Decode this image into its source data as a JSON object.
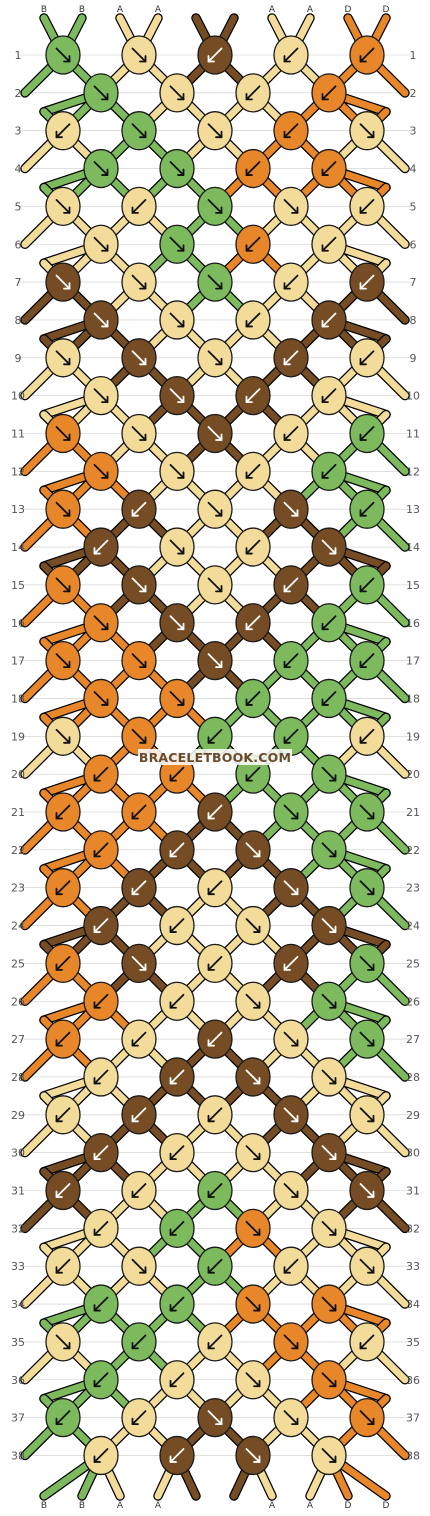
{
  "site": {
    "watermark": "BRACELETBOOK.COM"
  },
  "colors": {
    "B": "#7dba5e",
    "A": "#f3dc99",
    "C": "#754c24",
    "D": "#e8862a",
    "outline": "#1a1a1a",
    "grid": "#cccccc"
  },
  "strings": {
    "top": [
      "B",
      "B",
      "A",
      "A",
      "C",
      "C",
      "A",
      "A",
      "D",
      "D"
    ],
    "bottom": [
      "B",
      "B",
      "A",
      "A",
      "C",
      "C",
      "A",
      "A",
      "D",
      "D"
    ]
  },
  "rows": [
    {
      "n": 1,
      "knots": [
        {
          "c": "B",
          "d": "se"
        },
        {
          "c": "A",
          "d": "se"
        },
        {
          "c": "C",
          "d": "sw"
        },
        {
          "c": "A",
          "d": "sw"
        },
        {
          "c": "D",
          "d": "sw"
        }
      ]
    },
    {
      "n": 2,
      "knots": [
        {
          "c": "B",
          "d": "se"
        },
        {
          "c": "A",
          "d": "se"
        },
        {
          "c": "A",
          "d": "sw"
        },
        {
          "c": "D",
          "d": "sw"
        }
      ]
    },
    {
      "n": 3,
      "knots": [
        {
          "c": "A",
          "d": "sw"
        },
        {
          "c": "B",
          "d": "se"
        },
        {
          "c": "A",
          "d": "se"
        },
        {
          "c": "D",
          "d": "sw"
        },
        {
          "c": "A",
          "d": "se"
        }
      ]
    },
    {
      "n": 4,
      "knots": [
        {
          "c": "B",
          "d": "se"
        },
        {
          "c": "B",
          "d": "se"
        },
        {
          "c": "D",
          "d": "sw"
        },
        {
          "c": "D",
          "d": "sw"
        }
      ]
    },
    {
      "n": 5,
      "knots": [
        {
          "c": "A",
          "d": "se"
        },
        {
          "c": "A",
          "d": "sw"
        },
        {
          "c": "B",
          "d": "se"
        },
        {
          "c": "A",
          "d": "se"
        },
        {
          "c": "A",
          "d": "sw"
        }
      ]
    },
    {
      "n": 6,
      "knots": [
        {
          "c": "A",
          "d": "se"
        },
        {
          "c": "B",
          "d": "se"
        },
        {
          "c": "D",
          "d": "sw"
        },
        {
          "c": "A",
          "d": "sw"
        }
      ]
    },
    {
      "n": 7,
      "knots": [
        {
          "c": "C",
          "d": "se"
        },
        {
          "c": "A",
          "d": "se"
        },
        {
          "c": "B",
          "d": "se"
        },
        {
          "c": "A",
          "d": "sw"
        },
        {
          "c": "C",
          "d": "sw"
        }
      ]
    },
    {
      "n": 8,
      "knots": [
        {
          "c": "C",
          "d": "se"
        },
        {
          "c": "A",
          "d": "se"
        },
        {
          "c": "A",
          "d": "sw"
        },
        {
          "c": "C",
          "d": "sw"
        }
      ]
    },
    {
      "n": 9,
      "knots": [
        {
          "c": "A",
          "d": "se"
        },
        {
          "c": "C",
          "d": "se"
        },
        {
          "c": "A",
          "d": "se"
        },
        {
          "c": "C",
          "d": "sw"
        },
        {
          "c": "A",
          "d": "sw"
        }
      ]
    },
    {
      "n": 10,
      "knots": [
        {
          "c": "A",
          "d": "se"
        },
        {
          "c": "C",
          "d": "se"
        },
        {
          "c": "C",
          "d": "sw"
        },
        {
          "c": "A",
          "d": "sw"
        }
      ]
    },
    {
      "n": 11,
      "knots": [
        {
          "c": "D",
          "d": "se"
        },
        {
          "c": "A",
          "d": "se"
        },
        {
          "c": "C",
          "d": "se"
        },
        {
          "c": "A",
          "d": "sw"
        },
        {
          "c": "B",
          "d": "sw"
        }
      ]
    },
    {
      "n": 12,
      "knots": [
        {
          "c": "D",
          "d": "se"
        },
        {
          "c": "A",
          "d": "se"
        },
        {
          "c": "A",
          "d": "sw"
        },
        {
          "c": "B",
          "d": "sw"
        }
      ]
    },
    {
      "n": 13,
      "knots": [
        {
          "c": "D",
          "d": "se"
        },
        {
          "c": "C",
          "d": "sw"
        },
        {
          "c": "A",
          "d": "se"
        },
        {
          "c": "C",
          "d": "se"
        },
        {
          "c": "B",
          "d": "sw"
        }
      ]
    },
    {
      "n": 14,
      "knots": [
        {
          "c": "C",
          "d": "sw"
        },
        {
          "c": "A",
          "d": "se"
        },
        {
          "c": "A",
          "d": "sw"
        },
        {
          "c": "C",
          "d": "se"
        }
      ]
    },
    {
      "n": 15,
      "knots": [
        {
          "c": "D",
          "d": "se"
        },
        {
          "c": "C",
          "d": "se"
        },
        {
          "c": "A",
          "d": "se"
        },
        {
          "c": "C",
          "d": "sw"
        },
        {
          "c": "B",
          "d": "sw"
        }
      ]
    },
    {
      "n": 16,
      "knots": [
        {
          "c": "D",
          "d": "se"
        },
        {
          "c": "C",
          "d": "se"
        },
        {
          "c": "C",
          "d": "sw"
        },
        {
          "c": "B",
          "d": "sw"
        }
      ]
    },
    {
      "n": 17,
      "knots": [
        {
          "c": "D",
          "d": "se"
        },
        {
          "c": "D",
          "d": "se"
        },
        {
          "c": "C",
          "d": "se"
        },
        {
          "c": "B",
          "d": "sw"
        },
        {
          "c": "B",
          "d": "sw"
        }
      ]
    },
    {
      "n": 18,
      "knots": [
        {
          "c": "D",
          "d": "se"
        },
        {
          "c": "D",
          "d": "se"
        },
        {
          "c": "B",
          "d": "sw"
        },
        {
          "c": "B",
          "d": "sw"
        }
      ]
    },
    {
      "n": 19,
      "knots": [
        {
          "c": "A",
          "d": "se"
        },
        {
          "c": "D",
          "d": "se"
        },
        {
          "c": "B",
          "d": "sw"
        },
        {
          "c": "B",
          "d": "sw"
        },
        {
          "c": "A",
          "d": "sw"
        }
      ]
    },
    {
      "n": 20,
      "knots": [
        {
          "c": "D",
          "d": "sw"
        },
        {
          "c": "D",
          "d": "sw"
        },
        {
          "c": "B",
          "d": "sw"
        },
        {
          "c": "B",
          "d": "se"
        }
      ]
    },
    {
      "n": 21,
      "knots": [
        {
          "c": "D",
          "d": "sw"
        },
        {
          "c": "D",
          "d": "sw"
        },
        {
          "c": "C",
          "d": "sw"
        },
        {
          "c": "B",
          "d": "se"
        },
        {
          "c": "B",
          "d": "se"
        }
      ]
    },
    {
      "n": 22,
      "knots": [
        {
          "c": "D",
          "d": "sw"
        },
        {
          "c": "C",
          "d": "sw"
        },
        {
          "c": "C",
          "d": "se"
        },
        {
          "c": "B",
          "d": "se"
        }
      ]
    },
    {
      "n": 23,
      "knots": [
        {
          "c": "D",
          "d": "sw"
        },
        {
          "c": "C",
          "d": "sw"
        },
        {
          "c": "A",
          "d": "sw"
        },
        {
          "c": "C",
          "d": "se"
        },
        {
          "c": "B",
          "d": "se"
        }
      ]
    },
    {
      "n": 24,
      "knots": [
        {
          "c": "C",
          "d": "sw"
        },
        {
          "c": "A",
          "d": "sw"
        },
        {
          "c": "A",
          "d": "se"
        },
        {
          "c": "C",
          "d": "se"
        }
      ]
    },
    {
      "n": 25,
      "knots": [
        {
          "c": "D",
          "d": "sw"
        },
        {
          "c": "C",
          "d": "se"
        },
        {
          "c": "A",
          "d": "sw"
        },
        {
          "c": "C",
          "d": "sw"
        },
        {
          "c": "B",
          "d": "se"
        }
      ]
    },
    {
      "n": 26,
      "knots": [
        {
          "c": "D",
          "d": "sw"
        },
        {
          "c": "A",
          "d": "sw"
        },
        {
          "c": "A",
          "d": "se"
        },
        {
          "c": "B",
          "d": "se"
        }
      ]
    },
    {
      "n": 27,
      "knots": [
        {
          "c": "D",
          "d": "sw"
        },
        {
          "c": "A",
          "d": "sw"
        },
        {
          "c": "C",
          "d": "sw"
        },
        {
          "c": "A",
          "d": "se"
        },
        {
          "c": "B",
          "d": "se"
        }
      ]
    },
    {
      "n": 28,
      "knots": [
        {
          "c": "A",
          "d": "sw"
        },
        {
          "c": "C",
          "d": "sw"
        },
        {
          "c": "C",
          "d": "se"
        },
        {
          "c": "A",
          "d": "se"
        }
      ]
    },
    {
      "n": 29,
      "knots": [
        {
          "c": "A",
          "d": "sw"
        },
        {
          "c": "C",
          "d": "sw"
        },
        {
          "c": "A",
          "d": "sw"
        },
        {
          "c": "C",
          "d": "se"
        },
        {
          "c": "A",
          "d": "se"
        }
      ]
    },
    {
      "n": 30,
      "knots": [
        {
          "c": "C",
          "d": "sw"
        },
        {
          "c": "A",
          "d": "sw"
        },
        {
          "c": "A",
          "d": "se"
        },
        {
          "c": "C",
          "d": "se"
        }
      ]
    },
    {
      "n": 31,
      "knots": [
        {
          "c": "C",
          "d": "sw"
        },
        {
          "c": "A",
          "d": "sw"
        },
        {
          "c": "B",
          "d": "sw"
        },
        {
          "c": "A",
          "d": "se"
        },
        {
          "c": "C",
          "d": "se"
        }
      ]
    },
    {
      "n": 32,
      "knots": [
        {
          "c": "A",
          "d": "sw"
        },
        {
          "c": "B",
          "d": "sw"
        },
        {
          "c": "D",
          "d": "se"
        },
        {
          "c": "A",
          "d": "se"
        }
      ]
    },
    {
      "n": 33,
      "knots": [
        {
          "c": "A",
          "d": "sw"
        },
        {
          "c": "A",
          "d": "se"
        },
        {
          "c": "B",
          "d": "sw"
        },
        {
          "c": "A",
          "d": "sw"
        },
        {
          "c": "A",
          "d": "se"
        }
      ]
    },
    {
      "n": 34,
      "knots": [
        {
          "c": "B",
          "d": "sw"
        },
        {
          "c": "B",
          "d": "sw"
        },
        {
          "c": "D",
          "d": "se"
        },
        {
          "c": "D",
          "d": "se"
        }
      ]
    },
    {
      "n": 35,
      "knots": [
        {
          "c": "A",
          "d": "se"
        },
        {
          "c": "B",
          "d": "sw"
        },
        {
          "c": "A",
          "d": "sw"
        },
        {
          "c": "D",
          "d": "se"
        },
        {
          "c": "A",
          "d": "sw"
        }
      ]
    },
    {
      "n": 36,
      "knots": [
        {
          "c": "B",
          "d": "sw"
        },
        {
          "c": "A",
          "d": "sw"
        },
        {
          "c": "A",
          "d": "se"
        },
        {
          "c": "D",
          "d": "se"
        }
      ]
    },
    {
      "n": 37,
      "knots": [
        {
          "c": "B",
          "d": "sw"
        },
        {
          "c": "A",
          "d": "sw"
        },
        {
          "c": "C",
          "d": "se"
        },
        {
          "c": "A",
          "d": "se"
        },
        {
          "c": "D",
          "d": "se"
        }
      ]
    },
    {
      "n": 38,
      "knots": [
        {
          "c": "A",
          "d": "sw"
        },
        {
          "c": "C",
          "d": "sw"
        },
        {
          "c": "C",
          "d": "se"
        },
        {
          "c": "A",
          "d": "se"
        }
      ]
    }
  ]
}
